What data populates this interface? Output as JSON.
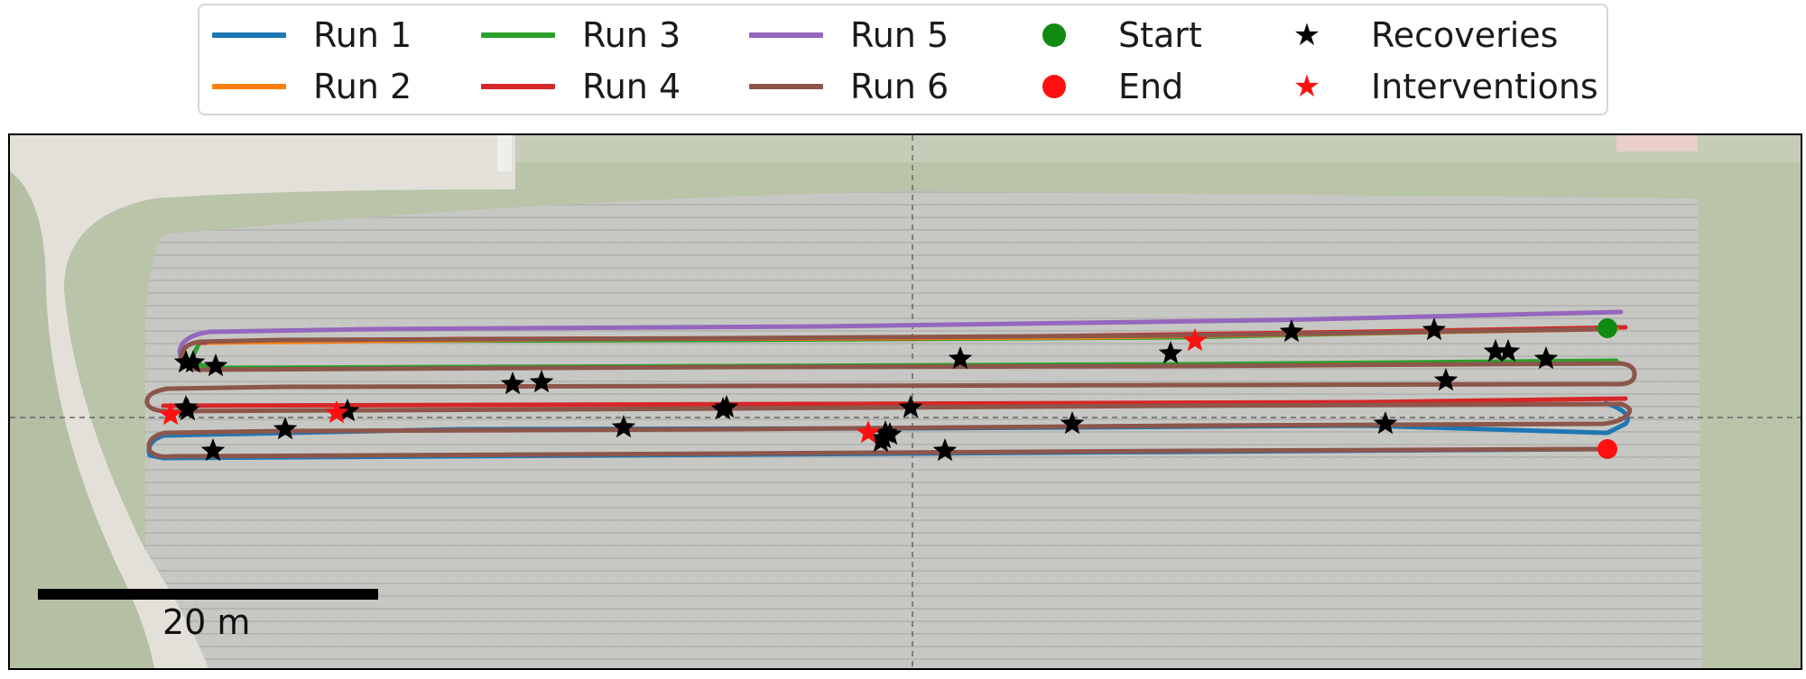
{
  "legend": {
    "items": [
      {
        "label": "Run 1",
        "kind": "line",
        "color": "#1f77b4"
      },
      {
        "label": "Run 2",
        "kind": "line",
        "color": "#ff7f0e"
      },
      {
        "label": "Run 3",
        "kind": "line",
        "color": "#2ca02c"
      },
      {
        "label": "Run 4",
        "kind": "line",
        "color": "#d62728"
      },
      {
        "label": "Run 5",
        "kind": "line",
        "color": "#9467bd"
      },
      {
        "label": "Run 6",
        "kind": "line",
        "color": "#8c564b"
      },
      {
        "label": "Start",
        "kind": "dot",
        "color": "#108a10"
      },
      {
        "label": "End",
        "kind": "dot",
        "color": "#ff1010"
      },
      {
        "label": "Recoveries",
        "kind": "star",
        "color": "#000000"
      },
      {
        "label": "Interventions",
        "kind": "star",
        "color": "#ff1010"
      }
    ]
  },
  "scale_bar": {
    "label": "20 m"
  },
  "colors": {
    "background_field": "#c9c9c6",
    "grass": "#b9c4a8",
    "road": "#e6e3dd",
    "crosshair": "#666666"
  },
  "icons": {
    "start": "green-dot",
    "end": "red-dot",
    "recovery": "black-star",
    "intervention": "red-star"
  }
}
